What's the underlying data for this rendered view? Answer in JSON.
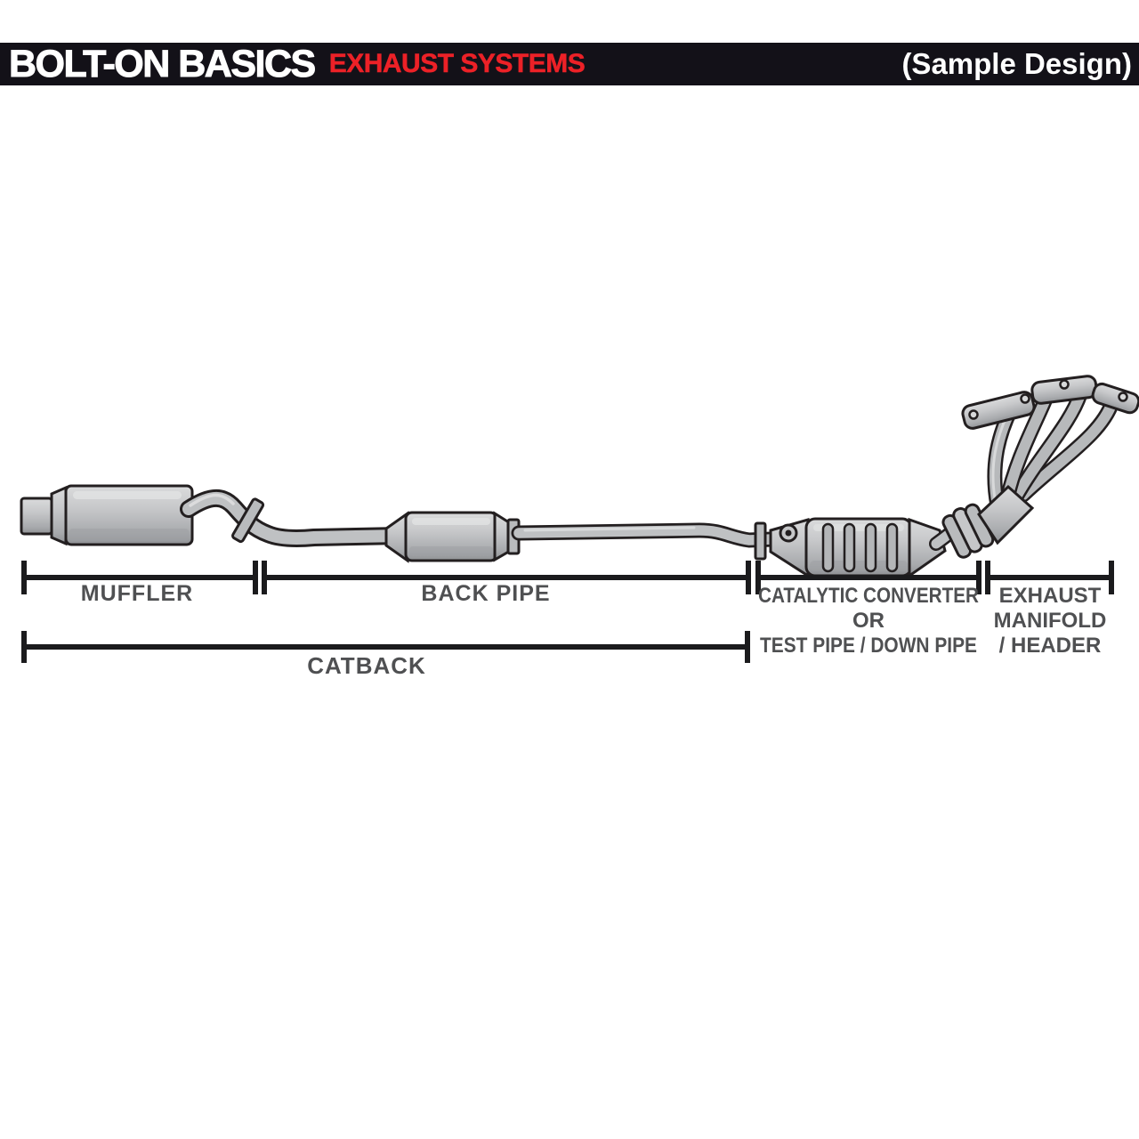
{
  "header": {
    "title": "BOLT-ON BASICS",
    "subtitle": "EXHAUST SYSTEMS",
    "note": "(Sample Design)",
    "bar_color": "#131118",
    "title_color": "#ffffff",
    "subtitle_color": "#ec2127"
  },
  "diagram": {
    "kind": "exhaust-system-parts-diagram",
    "label_color": "#4f5052",
    "bracket_color": "#1b1b1d",
    "art_colors": {
      "outline": "#231f20",
      "body": "#c6c7c9",
      "shade": "#9fa1a4",
      "highlight": "#e4e5e6"
    },
    "segments": [
      {
        "label": "MUFFLER"
      },
      {
        "label": "BACK PIPE"
      },
      {
        "lines": [
          "CATALYTIC CONVERTER",
          "OR",
          "TEST PIPE / DOWN PIPE"
        ]
      },
      {
        "lines": [
          "EXHAUST",
          "MANIFOLD",
          "/ HEADER"
        ]
      }
    ],
    "overall": {
      "label": "CATBACK"
    },
    "parts_depicted": [
      "exhaust-tip",
      "muffler",
      "s-bend-pipe",
      "pipe-clamp",
      "resonator",
      "flange",
      "back-pipe",
      "oxygen-sensor",
      "catalytic-converter",
      "flex-joint",
      "collector",
      "header-tubes",
      "manifold-flange"
    ]
  }
}
